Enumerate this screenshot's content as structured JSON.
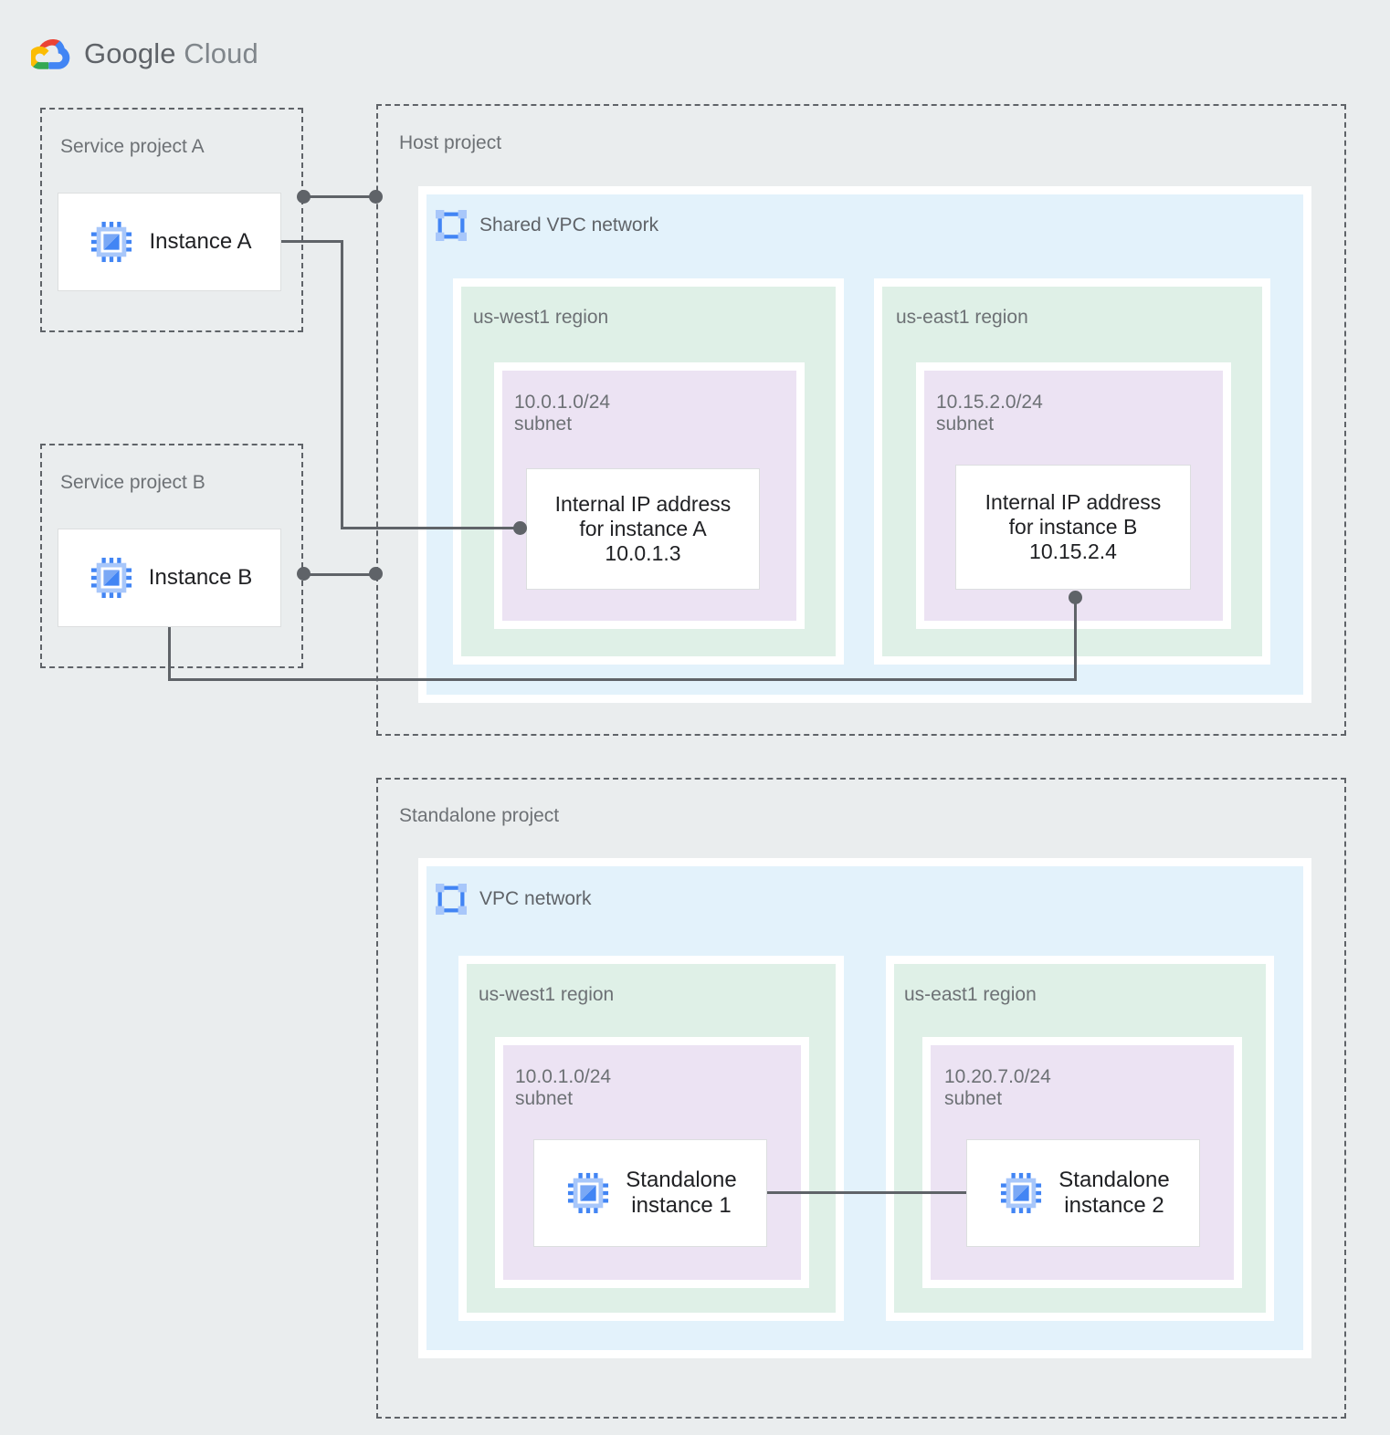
{
  "brand": {
    "name_bold": "Google",
    "name_light": "Cloud",
    "logo_icon": "google-cloud-logo",
    "colors": {
      "red": "#ea4335",
      "blue": "#4285f4",
      "yellow": "#fbbc04",
      "green": "#34a853"
    }
  },
  "theme": {
    "background": "#eaedee",
    "dashed_border": "#5f6368",
    "vpc_fill": "#e3f2fb",
    "region_fill": "#dff0e7",
    "subnet_fill": "#ece3f3",
    "card_fill": "#ffffff",
    "connector": "#5f6368",
    "label_text": "#6d7175",
    "card_text": "#202124",
    "icon_blue": "#4285f4",
    "icon_blue_light": "#a8c7fa"
  },
  "service_project_a": {
    "label": "Service project A",
    "instance": {
      "label": "Instance A",
      "icon": "vm-instance-chip-icon"
    }
  },
  "service_project_b": {
    "label": "Service project B",
    "instance": {
      "label": "Instance B",
      "icon": "vm-instance-chip-icon"
    }
  },
  "host_project": {
    "label": "Host project",
    "network": {
      "label": "Shared VPC network",
      "icon": "vpc-network-icon"
    },
    "regions": [
      {
        "label": "us-west1 region",
        "subnet": {
          "label": "10.0.1.0/24\nsubnet",
          "cidr": "10.0.1.0/24",
          "card": {
            "label": "Internal IP address\nfor instance A\n10.0.1.3",
            "ip": "10.0.1.3"
          }
        }
      },
      {
        "label": "us-east1 region",
        "subnet": {
          "label": "10.15.2.0/24\nsubnet",
          "cidr": "10.15.2.0/24",
          "card": {
            "label": "Internal IP address\nfor instance B\n10.15.2.4",
            "ip": "10.15.2.4"
          }
        }
      }
    ]
  },
  "standalone_project": {
    "label": "Standalone project",
    "network": {
      "label": "VPC network",
      "icon": "vpc-network-icon"
    },
    "regions": [
      {
        "label": "us-west1 region",
        "subnet": {
          "label": "10.0.1.0/24\nsubnet",
          "cidr": "10.0.1.0/24",
          "card": {
            "label": "Standalone\ninstance 1",
            "icon": "vm-instance-chip-icon"
          }
        }
      },
      {
        "label": "us-east1 region",
        "subnet": {
          "label": "10.20.7.0/24\nsubnet",
          "cidr": "10.20.7.0/24",
          "card": {
            "label": "Standalone\ninstance 2",
            "icon": "vm-instance-chip-icon"
          }
        }
      }
    ]
  }
}
